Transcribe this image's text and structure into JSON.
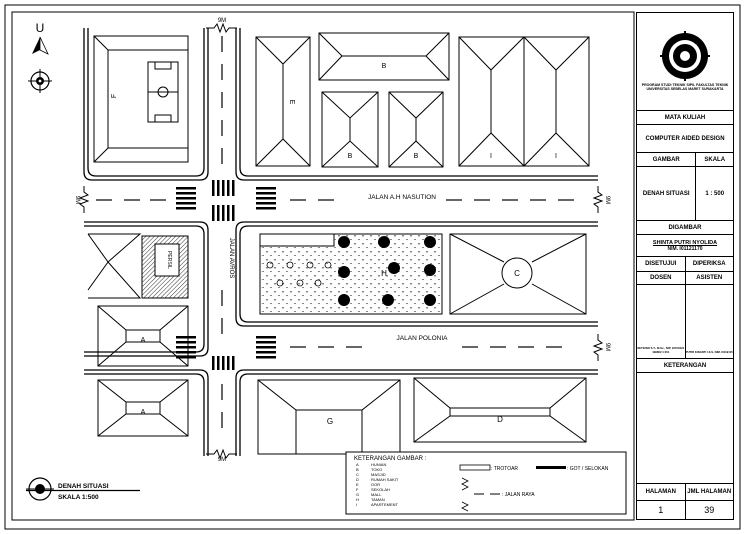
{
  "north_label": "U",
  "dimension_labels": {
    "top": "9M",
    "bottom": "9M",
    "left": "9M",
    "right_top": "9M",
    "right_bottom": "9M"
  },
  "streets": {
    "nasution": "JALAN A.H NASUTION",
    "polonia": "JALAN POLONIA",
    "avros": "JALAN AVROS"
  },
  "blocks": {
    "F": "F",
    "E": "E",
    "B_top": "B",
    "B_left": "B",
    "B_right": "B",
    "I_left": "I",
    "I_right": "I",
    "H": "H",
    "C": "C",
    "A_upper": "A",
    "A_lower": "A",
    "G": "G",
    "D": "D",
    "persil": "PERSIL"
  },
  "plan_title": {
    "line1": "DENAH SITUASI",
    "line2": "SKALA 1:500"
  },
  "legend": {
    "title": "KETERANGAN GAMBAR :",
    "items": [
      {
        "key": "A",
        "label": "HUNIAN"
      },
      {
        "key": "B",
        "label": "TOKO"
      },
      {
        "key": "C",
        "label": "MASJID"
      },
      {
        "key": "D",
        "label": "RUMAH SAKIT"
      },
      {
        "key": "E",
        "label": "GOR"
      },
      {
        "key": "F",
        "label": "SEKOLAH"
      },
      {
        "key": "G",
        "label": "MALL"
      },
      {
        "key": "H",
        "label": "TAMAN"
      },
      {
        "key": "I",
        "label": "APARTEMENT"
      }
    ],
    "trotoar": ": TROTOAR",
    "got": ": GOT / SELOKAN",
    "jalan_raya": ": JALAN RAYA"
  },
  "title_block": {
    "institution": "PROGRAM STUDI TEKNIK SIPIL FAKULTAS TEKNIK UNIVERSITAS SEBELAS MARET SURAKARTA",
    "mata_kuliah": "MATA KULIAH",
    "course": "COMPUTER AIDED DESIGN",
    "gambar_h": "GAMBAR",
    "skala_h": "SKALA",
    "gambar": "DENAH SITUASI",
    "skala": "1 : 500",
    "digambar": "DIGAMBAR",
    "student_name": "SHINTA PUTRI NYOLIDA",
    "nim": "NIM. I01121170",
    "disetujui": "DISETUJUI",
    "diperiksa": "DIPERIKSA",
    "dosen": "DOSEN",
    "asisten": "ASISTEN",
    "dosen_name": "SETIONO S.T., M.Sc., NIP. 19720424 199802 1 001",
    "asisten_name": "PUTRI KINANTI I.S.S. NIM. I0119115",
    "keterangan": "KETERANGAN",
    "halaman": "HALAMAN",
    "jml_halaman": "JML HALAMAN",
    "page": "1",
    "total_pages": "39"
  }
}
